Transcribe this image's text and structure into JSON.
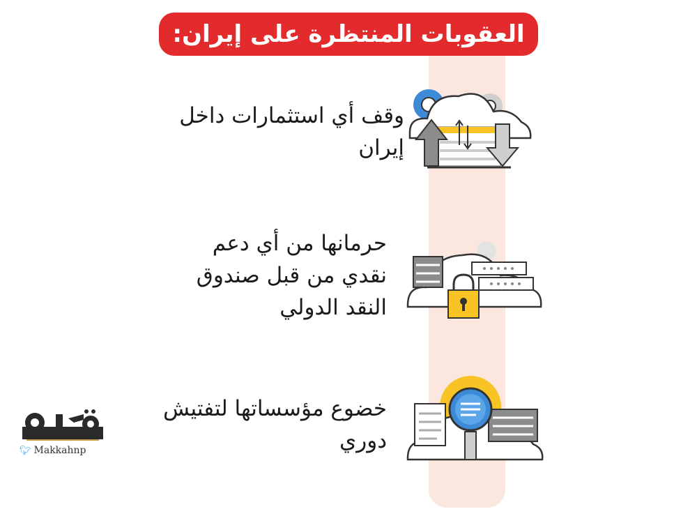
{
  "title": "العقوبات المنتظرة على إيران:",
  "items": [
    {
      "text_line1": "وقف أي استثمارات داخل",
      "text_line2": "إيران",
      "icon": "cloud-transfer-icon"
    },
    {
      "text_line1": "حرمانها من أي دعم",
      "text_line2": "نقدي من قبل صندوق",
      "text_line3": "النقد الدولي",
      "icon": "cloud-lock-icon"
    },
    {
      "text_line1": "خضوع مؤسساتها لتفتيش",
      "text_line2": "دوري",
      "icon": "cloud-inspection-icon"
    }
  ],
  "logo": {
    "handle": "Makkahnp"
  },
  "colors": {
    "accent": "#e32b2e",
    "track": "#fbe7de",
    "yellow": "#f7c325",
    "blue": "#3d8bd6"
  }
}
